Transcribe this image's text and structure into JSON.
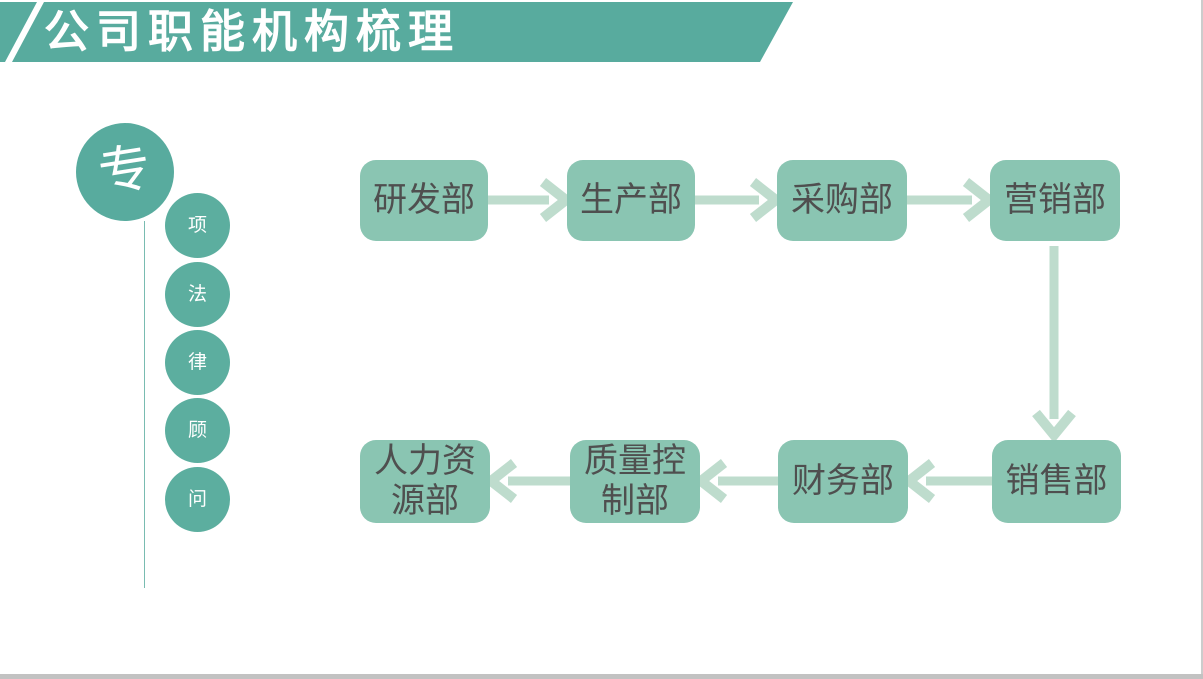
{
  "header": {
    "title": "公司职能机构梳理"
  },
  "expert_badge": {
    "main_char": "专",
    "stack": [
      "项",
      "法",
      "律",
      "顾",
      "问"
    ],
    "full_text": "专项法律顾问"
  },
  "flowchart": {
    "top_row": [
      "研发部",
      "生产部",
      "采购部",
      "营销部"
    ],
    "bottom_row": [
      "人力资源部",
      "质量控制部",
      "财务部",
      "销售部"
    ],
    "sequence": [
      "研发部",
      "生产部",
      "采购部",
      "营销部",
      "销售部",
      "财务部",
      "质量控制部",
      "人力资源部"
    ],
    "top_row_direction": "left-to-right",
    "bottom_row_direction": "right-to-left"
  },
  "colors": {
    "banner_teal": "#58ab9e",
    "circle_teal": "#5cae9f",
    "box_green": "#8ac5b2",
    "arrow_green": "#bedccd",
    "box_text": "#4f4f4f",
    "title_text": "#ffffff",
    "footer_bar_gray": "#c2c2c2"
  }
}
